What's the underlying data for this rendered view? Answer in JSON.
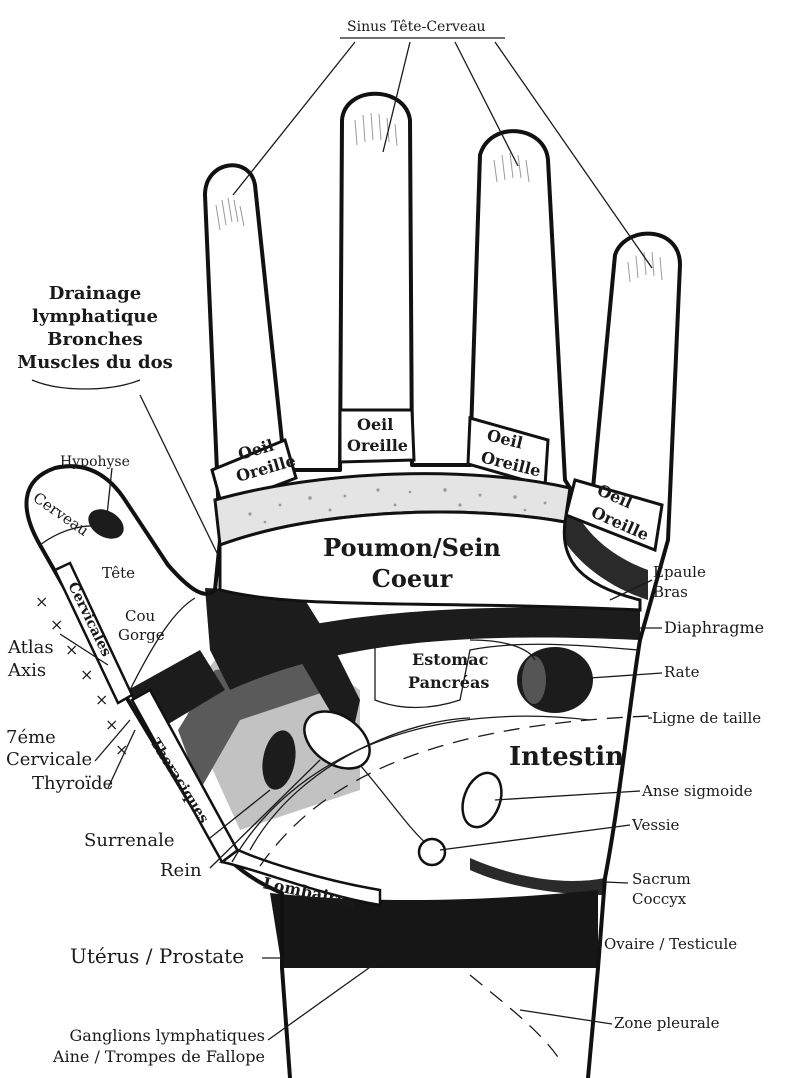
{
  "labels": {
    "sinus": "Sinus Tête-Cerveau",
    "drainage": "Drainage",
    "lymphatique": "lymphatique",
    "bronches": "Bronches",
    "muscles": "Muscles du dos",
    "hypophyse": "Hypohyse",
    "cerveau": "Cerveau",
    "tete": "Tête",
    "cou": "Cou",
    "gorge": "Gorge",
    "cervicales": "Cervicales",
    "atlas": "Atlas",
    "axis": "Axis",
    "septieme": "7éme",
    "cervicale": "Cervicale",
    "thyroide": "Thyroïde",
    "surrenale": "Surrenale",
    "rein": "Rein",
    "thoraciques": "Thoraciques",
    "lombaires": "Lombaires",
    "uterus": "Utérus / Prostate",
    "ganglions": "Ganglions lymphatiques",
    "aine": "Aine / Trompes de Fallope",
    "oeil": "Oeil",
    "oreille": "Oreille",
    "poumon": "Poumon/Sein",
    "coeur": "Coeur",
    "epaule": "Epaule",
    "bras": "Bras",
    "diaphragme": "Diaphragme",
    "estomac": "Estomac",
    "pancreas": "Pancréas",
    "rate": "Rate",
    "ligne": "Ligne de taille",
    "intestin": "Intestin",
    "anse": "Anse sigmoide",
    "vessie": "Vessie",
    "sacrum": "Sacrum",
    "coccyx": "Coccyx",
    "ovaire": "Ovaire / Testicule",
    "zone": "Zone pleurale"
  },
  "colors": {
    "ink": "#111111",
    "dark_zone": "#1c1c1c",
    "mid_zone": "#555555",
    "light_zone": "#bdbdbd"
  }
}
